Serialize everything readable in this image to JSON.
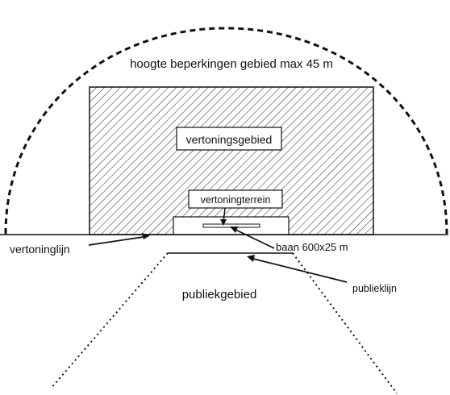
{
  "labels": {
    "height_zone": "hoogte beperkingen gebied max 45 m",
    "display_area": "vertoningsgebied",
    "display_terrain": "vertoningterrein",
    "display_line": "vertoninglijn",
    "runway": "baan 600x25 m",
    "public_line": "publieklijn",
    "public_area": "publiekgebied"
  },
  "colors": {
    "ink": "#111111",
    "background": "#ffffff"
  }
}
